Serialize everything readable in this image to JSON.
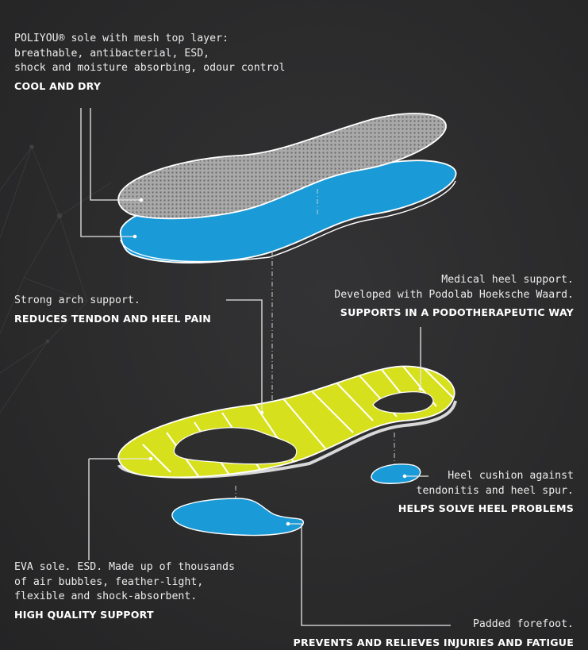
{
  "annotations": {
    "top_layer": {
      "lines": [
        "POLIYOU® sole with mesh top layer:",
        "breathable, antibacterial, ESD,",
        "shock and moisture absorbing, odour control"
      ],
      "headline": "COOL AND DRY"
    },
    "heel_support": {
      "lines": [
        "Medical heel support.",
        "Developed with Podolab Hoeksche Waard."
      ],
      "headline": "SUPPORTS IN A PODOTHERAPEUTIC WAY"
    },
    "arch_support": {
      "lines": [
        "Strong arch support."
      ],
      "headline": "REDUCES TENDON AND HEEL PAIN"
    },
    "heel_cushion": {
      "lines": [
        "Heel cushion against",
        "tendonitis and heel spur."
      ],
      "headline": "HELPS SOLVE HEEL PROBLEMS"
    },
    "eva_sole": {
      "lines": [
        "EVA sole. ESD. Made up of thousands",
        "of air bubbles, feather-light,",
        "flexible and shock-absorbent."
      ],
      "headline": "HIGH QUALITY SUPPORT"
    },
    "forefoot": {
      "lines": [
        "Padded forefoot."
      ],
      "headline": "PREVENTS AND RELIEVES INJURIES AND FATIGUE"
    }
  },
  "colors": {
    "background": "#2b2b2c",
    "mesh": "#bdbdbd",
    "foam_blue": "#1a9ad6",
    "arch_yellow": "#d7e01c",
    "leader_line": "#e8e8e8"
  }
}
